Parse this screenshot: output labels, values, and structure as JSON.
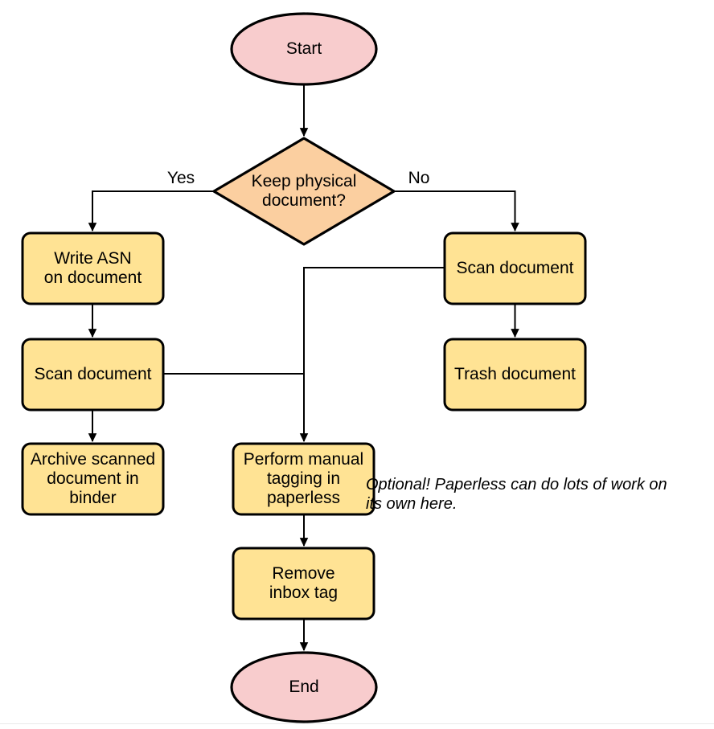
{
  "diagram": {
    "nodes": {
      "start": {
        "type": "terminal",
        "lines": [
          "Start"
        ]
      },
      "decision": {
        "type": "decision",
        "lines": [
          "Keep physical",
          "document?"
        ]
      },
      "write_asn": {
        "type": "process",
        "lines": [
          "Write ASN",
          "on document"
        ]
      },
      "scan_left": {
        "type": "process",
        "lines": [
          "Scan document"
        ]
      },
      "archive": {
        "type": "process",
        "lines": [
          "Archive scanned",
          "document in",
          "binder"
        ]
      },
      "scan_right": {
        "type": "process",
        "lines": [
          "Scan document"
        ]
      },
      "trash": {
        "type": "process",
        "lines": [
          "Trash document"
        ]
      },
      "tagging": {
        "type": "process",
        "lines": [
          "Perform manual",
          "tagging in",
          "paperless"
        ]
      },
      "remove_inbox": {
        "type": "process",
        "lines": [
          "Remove",
          "inbox tag"
        ]
      },
      "end": {
        "type": "terminal",
        "lines": [
          "End"
        ]
      }
    },
    "edge_labels": {
      "yes": "Yes",
      "no": "No"
    },
    "annotation": {
      "lines": [
        "Optional! Paperless can do lots of work on",
        "its own here."
      ]
    },
    "colors": {
      "terminal_fill": "#f8cccd",
      "decision_fill": "#fbcfa0",
      "process_fill": "#ffe394",
      "stroke": "#000000"
    }
  }
}
